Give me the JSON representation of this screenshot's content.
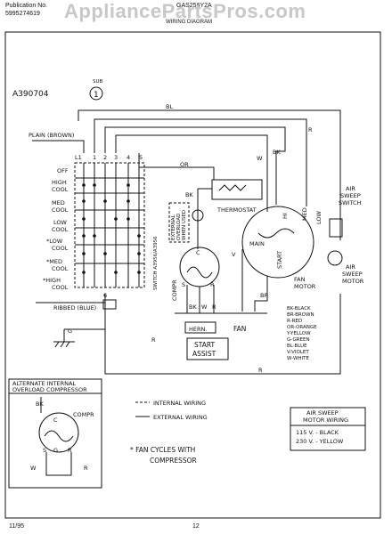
{
  "header": {
    "pub_label": "Publication No.",
    "pub_number": "5995274619",
    "model": "GAS256Y2A",
    "diagram_title": "WIRING DIAGRAM",
    "watermark": "AppliancePartsPros.com"
  },
  "diagram": {
    "code": "A390704",
    "sub_label": "SUB",
    "sub_number": "1",
    "wire_bl": "BL",
    "wire_r_top": "R",
    "wire_bk_top": "BK",
    "wire_w": "W",
    "wire_or": "OR",
    "plain_label": "PLAIN (BROWN)",
    "terminals": [
      "L1",
      "1",
      "2",
      "3",
      "4",
      "5"
    ],
    "switch_positions": [
      "OFF",
      "HIGH",
      "COOL",
      "MED",
      "COOL",
      "LOW",
      "COOL",
      "*LOW",
      "COOL",
      "*MED",
      "COOL",
      "*HIGH",
      "COOL"
    ],
    "switch_label": "SWITCH A3956/A3956",
    "ext_label": [
      "EXTERNAL",
      "OVERLOAD",
      "WHEN USED"
    ],
    "thermostat": "THERMOSTAT",
    "bk_th": "BK",
    "fan_taps": [
      "HI",
      "MED",
      "LOW"
    ],
    "main": "MAIN",
    "start": "START",
    "fan_motor": [
      "FAN",
      "MOTOR"
    ],
    "wire_v": "V",
    "wire_br": "BR",
    "compr_label": "COMPR",
    "c_label": "C",
    "s_label": "S",
    "r_label": "R",
    "wire_bk2": "BK",
    "wire_w2": "W",
    "wire_r2": "R",
    "hern": "HERN.",
    "fan": "FAN",
    "start_assist": [
      "START",
      "ASSIST"
    ],
    "ribbed": "RIBBED (BLUE)",
    "g_label": "G",
    "r_left": "R",
    "r_bottom": "R",
    "n6": "6",
    "legend": [
      "BK-BLACK",
      "BR-BROWN",
      "R-RED",
      "OR-ORANGE",
      "Y-YELLOW",
      "G-GREEN",
      "BL-BLUE",
      "V-VIOLET",
      "W-WHITE"
    ],
    "air_sweep_switch": [
      "AIR",
      "SWEEP",
      "SWITCH"
    ],
    "air_sweep_motor": [
      "AIR",
      "SWEEP",
      "MOTOR"
    ],
    "alt_title": [
      "ALTERNATE   INTERNAL",
      "OVERLOAD COMPRESSOR"
    ],
    "alt_bk": "BK",
    "alt_compr": "COMPR",
    "alt_c": "C",
    "alt_s": "S",
    "alt_g": "G",
    "alt_r": "R",
    "alt_w": "W",
    "alt_r2": "R",
    "internal_wiring": "INTERNAL WIRING",
    "external_wiring": "EXTERNAL WIRING",
    "fan_cycles": [
      "* FAN CYCLES WITH",
      "COMPRESSOR"
    ],
    "motor_wiring": [
      "AIR SWEEP",
      "MOTOR WIRING",
      "115 V. - BLACK",
      "230 V. - YELLOW"
    ]
  },
  "footer": {
    "date": "11/95",
    "page": "12"
  }
}
